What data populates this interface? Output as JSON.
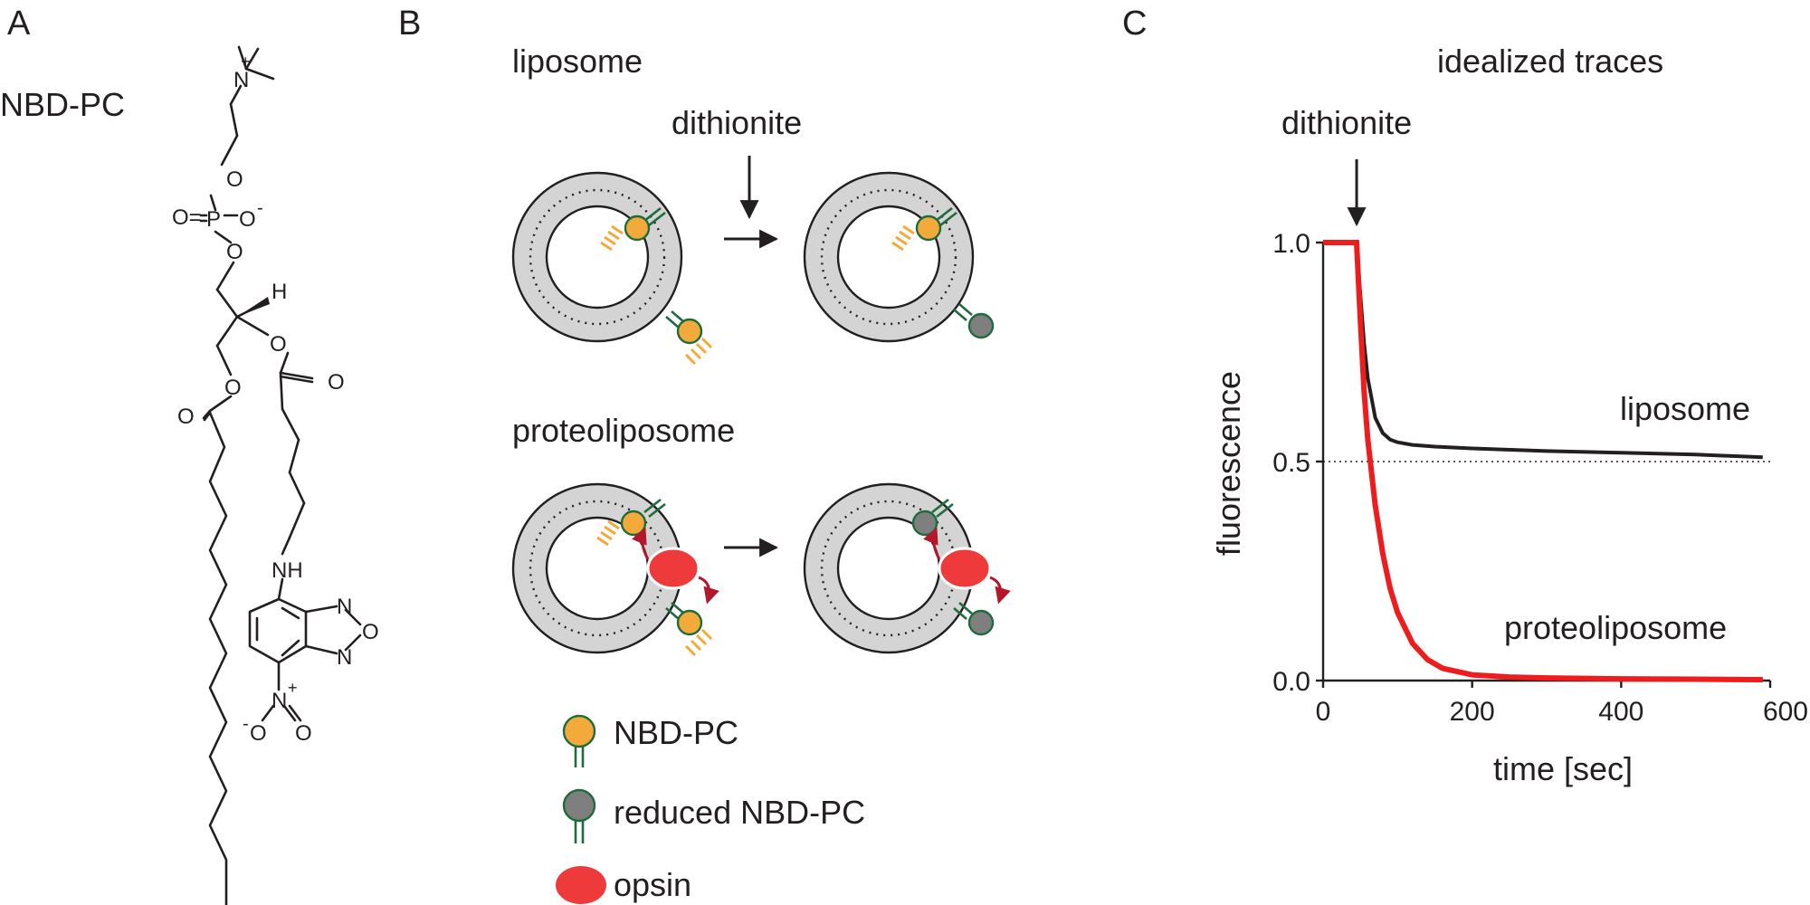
{
  "panels": {
    "a": {
      "letter": "A",
      "molecule_name": "NBD-PC",
      "atoms": {
        "n_plus": "N",
        "plus": "+",
        "o_ester1": "O",
        "o_doublebond": "O=",
        "phosphorus": "P",
        "o_minus": "O",
        "minus": "-",
        "o_ester2": "O",
        "hydrogen": "H",
        "o_ester3": "O",
        "o_carbonyl1": "O",
        "o_ester4": "O",
        "o_carbonyl2": "O",
        "nh": "NH",
        "n_ring1": "N",
        "o_ring": "O",
        "n_ring2": "N",
        "n_nitro": "N",
        "nitro_plus": "+",
        "o_nitro1": "O",
        "nitro_minus": "-",
        "o_nitro2": "O"
      }
    },
    "b": {
      "letter": "B",
      "liposome_label": "liposome",
      "proteoliposome_label": "proteoliposome",
      "dithionite_label": "dithionite",
      "legend": [
        {
          "key": "nbd-pc",
          "label": "NBD-PC",
          "color": "#f4a93b"
        },
        {
          "key": "reduced-nbd-pc",
          "label": "reduced NBD-PC",
          "color": "#7f7f7f"
        },
        {
          "key": "opsin",
          "label": "opsin",
          "color": "#ee3a3a"
        }
      ]
    },
    "c": {
      "letter": "C",
      "title": "idealized traces",
      "dithionite_label": "dithionite"
    }
  },
  "colors": {
    "nbd": "#f4a93b",
    "reduced": "#7f7f7f",
    "opsin": "#ee3a3a",
    "headgroup_stroke": "#1e6b3c",
    "flip_arrow": "#b3172a",
    "membrane": "#d4d4d4",
    "liposome_trace": "#231f20",
    "proteoliposome_trace": "#ee1c1c"
  },
  "chart_data": {
    "type": "line",
    "title": "idealized traces",
    "xlabel": "time [sec]",
    "ylabel": "fluorescence",
    "xlim": [
      0,
      600
    ],
    "ylim": [
      0,
      1.0
    ],
    "xticks": [
      "0",
      "200",
      "400",
      "600"
    ],
    "yticks": [
      "0.0",
      "0.5",
      "1.0"
    ],
    "reference_line_y": 0.5,
    "annotation": {
      "label": "dithionite",
      "x": 45
    },
    "series": [
      {
        "name": "liposome",
        "color": "#231f20",
        "x": [
          0,
          45,
          50,
          55,
          60,
          70,
          80,
          90,
          100,
          120,
          150,
          200,
          300,
          400,
          500,
          590
        ],
        "y": [
          1.0,
          1.0,
          0.88,
          0.77,
          0.69,
          0.6,
          0.565,
          0.55,
          0.544,
          0.538,
          0.534,
          0.53,
          0.524,
          0.52,
          0.516,
          0.51
        ]
      },
      {
        "name": "proteoliposome",
        "color": "#ee1c1c",
        "x": [
          0,
          45,
          50,
          55,
          60,
          70,
          80,
          90,
          100,
          120,
          140,
          160,
          200,
          250,
          300,
          400,
          500,
          590
        ],
        "y": [
          1.0,
          1.0,
          0.82,
          0.66,
          0.55,
          0.4,
          0.29,
          0.21,
          0.155,
          0.085,
          0.048,
          0.028,
          0.013,
          0.008,
          0.006,
          0.004,
          0.003,
          0.002
        ]
      }
    ]
  }
}
